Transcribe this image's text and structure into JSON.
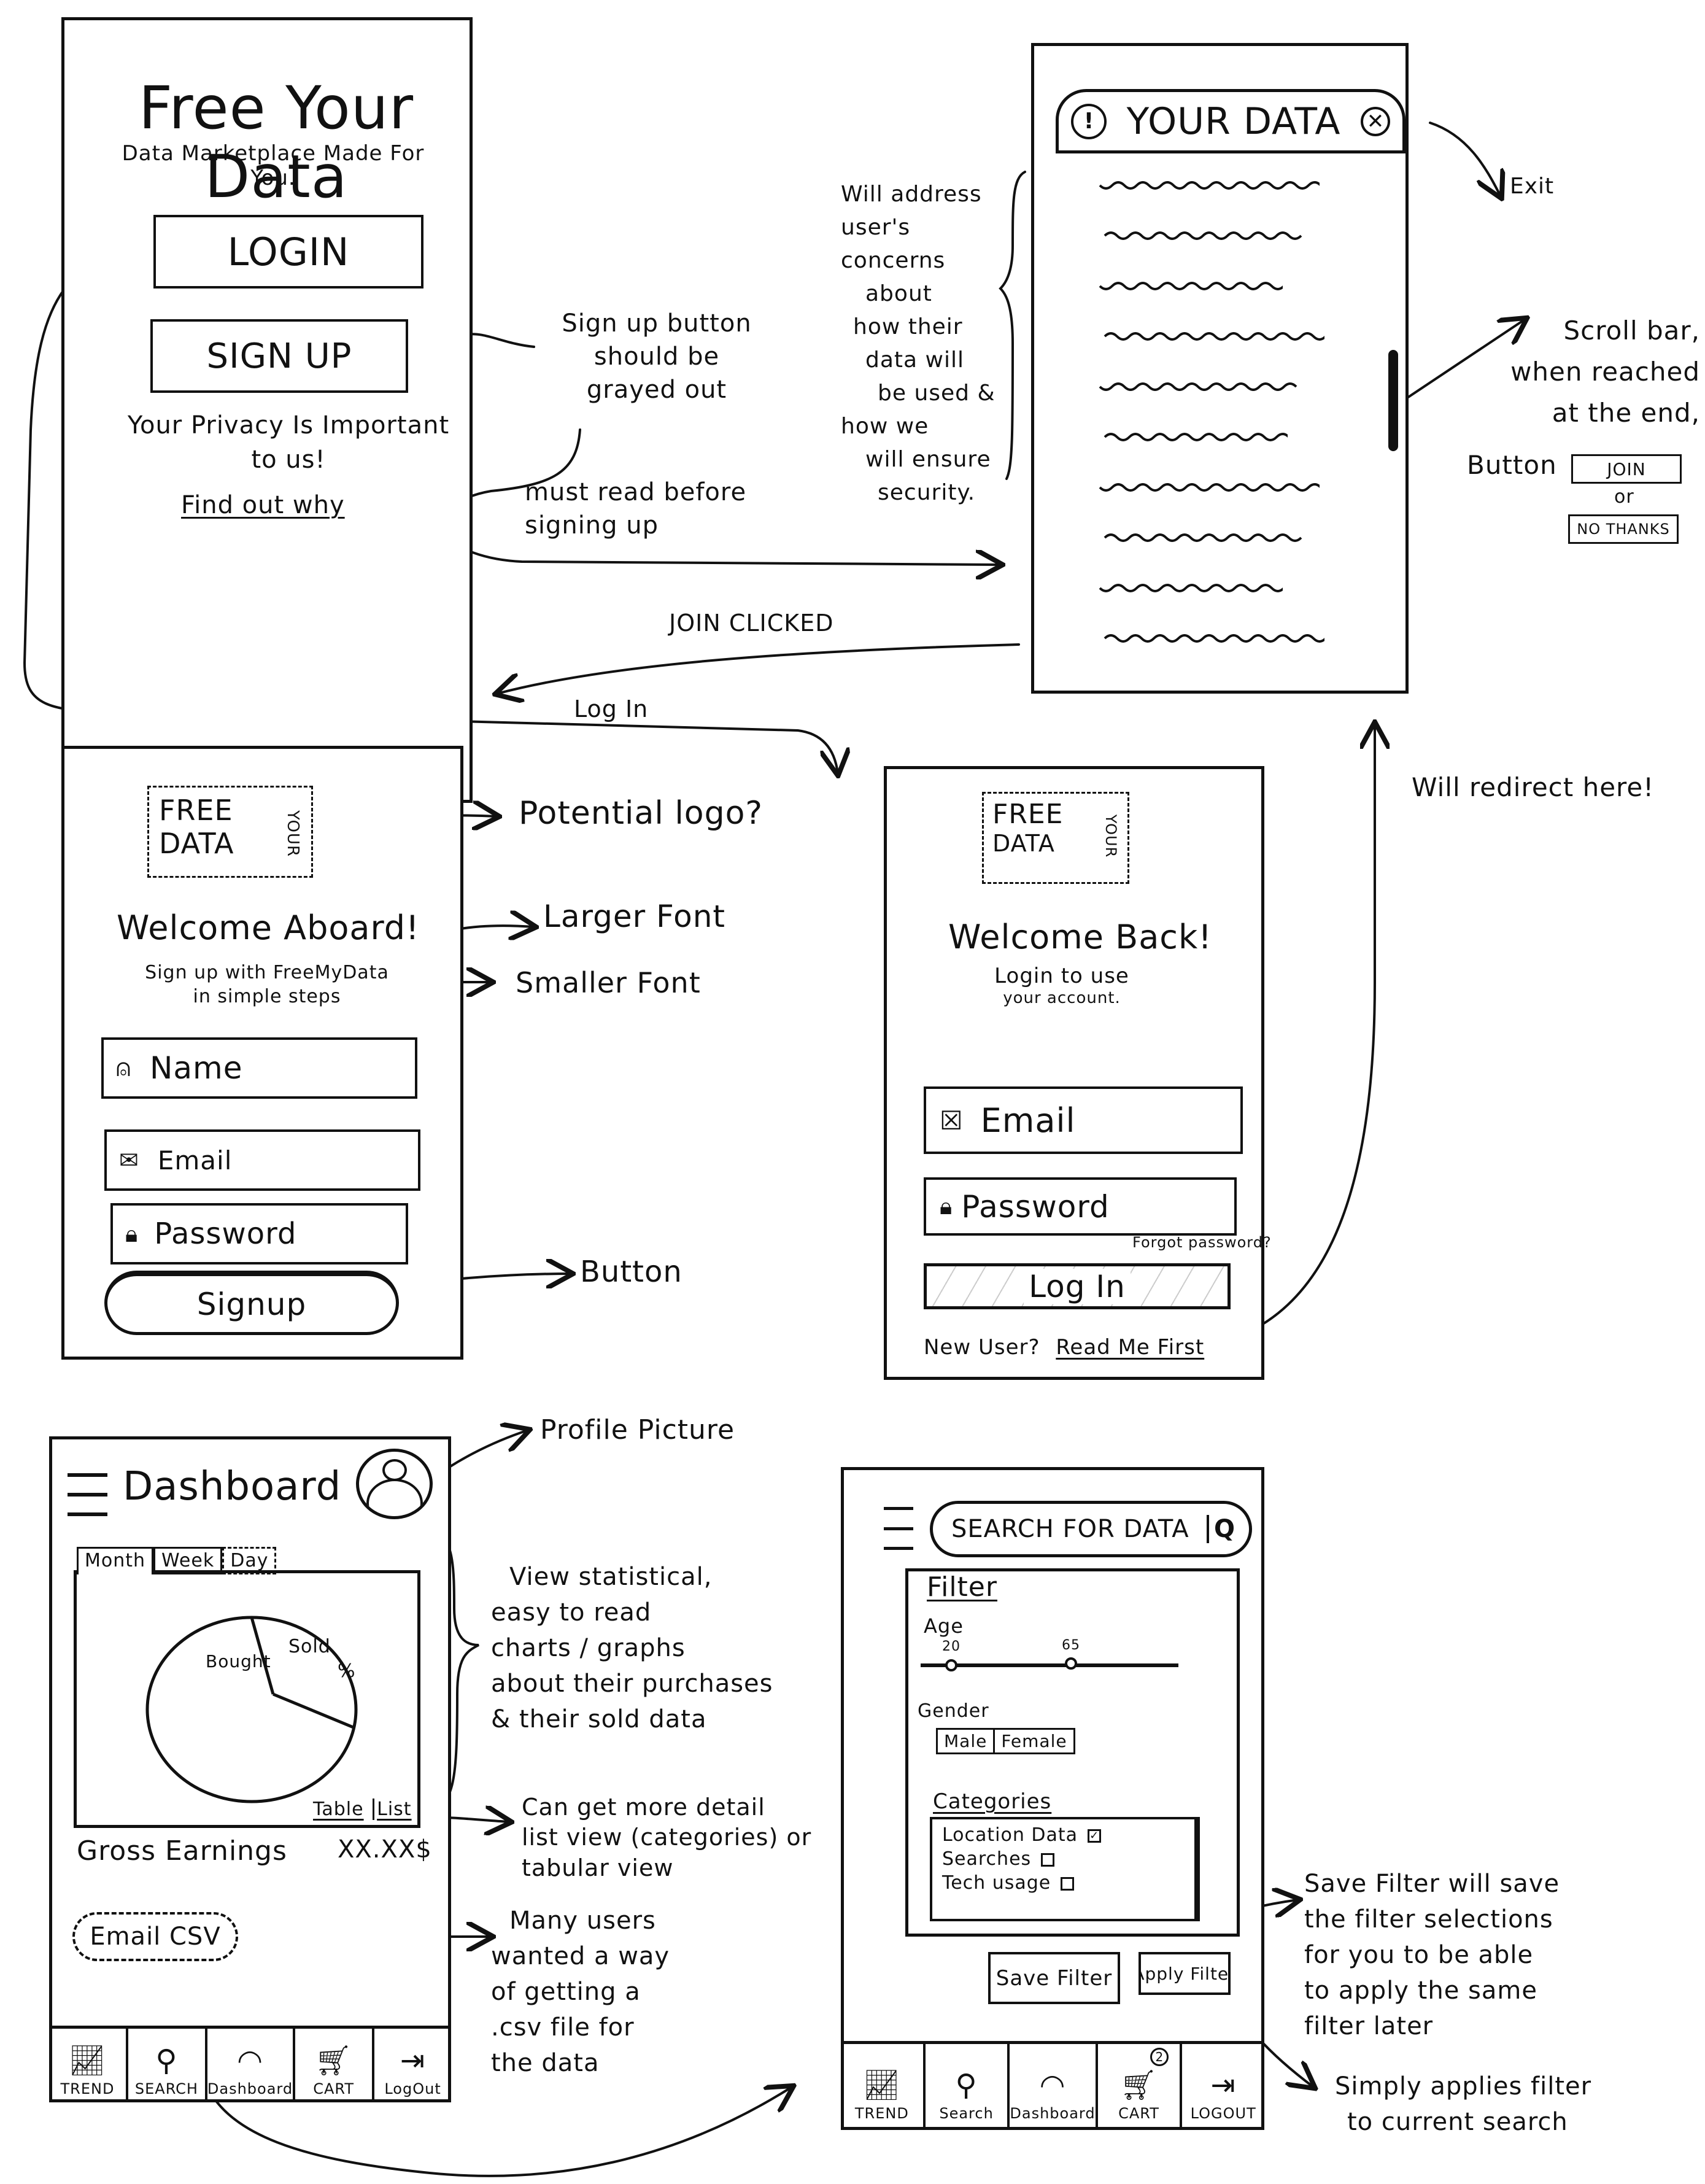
{
  "screens": {
    "landing": {
      "title": "Free Your Data",
      "subtitle": "Data Marketplace Made For You.",
      "login_button": "LOGIN",
      "signup_button": "SIGN UP",
      "privacy_line1": "Your Privacy Is Important",
      "privacy_line2": "to us!",
      "find_out_link": "Find out why"
    },
    "your_data": {
      "header_title": "YOUR DATA",
      "info_icon": "info-icon",
      "close_icon": "close-icon",
      "text_lines": 10
    },
    "signup": {
      "logo_line1": "FREE",
      "logo_line2": "DATA",
      "logo_side": "YOUR",
      "welcome": "Welcome Aboard!",
      "sub_line1": "Sign up with FreeMyData",
      "sub_line2": "in simple steps",
      "name_placeholder": "Name",
      "email_placeholder": "Email",
      "password_placeholder": "Password",
      "signup_button": "Signup"
    },
    "login": {
      "logo_line1": "FREE",
      "logo_line2": "DATA",
      "logo_side": "YOUR",
      "welcome": "Welcome Back!",
      "sub_line1": "Login to use",
      "sub_line2": "your account.",
      "email_placeholder": "Email",
      "password_placeholder": "Password",
      "forgot_password": "Forgot password?",
      "login_button": "Log In",
      "new_user": "New User?",
      "read_me_first": "Read Me First"
    },
    "dashboard": {
      "title": "Dashboard",
      "tabs": [
        "Month",
        "Week",
        "Day"
      ],
      "pie_labels": {
        "bought": "Bought",
        "sold": "Sold",
        "percent": "%"
      },
      "view_links": [
        "Table",
        "List"
      ],
      "gross_label": "Gross Earnings",
      "gross_value": "XX.XX$",
      "email_csv": "Email CSV",
      "nav": [
        {
          "label": "TREND",
          "icon": "trend-icon"
        },
        {
          "label": "SEARCH",
          "icon": "search-icon"
        },
        {
          "label": "Dashboard",
          "icon": "gauge-icon"
        },
        {
          "label": "CART",
          "icon": "cart-icon"
        },
        {
          "label": "LogOut",
          "icon": "logout-icon"
        }
      ]
    },
    "search": {
      "search_placeholder": "SEARCH FOR DATA",
      "filter_title": "Filter",
      "age_label": "Age",
      "age_min": "20",
      "age_max": "65",
      "gender_label": "Gender",
      "gender_options": [
        "Male",
        "Female"
      ],
      "categories_title": "Categories",
      "categories": [
        {
          "label": "Location Data",
          "checked": true
        },
        {
          "label": "Searches",
          "checked": false
        },
        {
          "label": "Tech usage",
          "checked": false
        }
      ],
      "save_filter": "Save Filter",
      "apply_filter": "Apply Filter",
      "cart_badge": "2",
      "nav": [
        {
          "label": "TREND",
          "icon": "trend-icon"
        },
        {
          "label": "Search",
          "icon": "search-icon"
        },
        {
          "label": "Dashboard",
          "icon": "gauge-icon"
        },
        {
          "label": "CART",
          "icon": "cart-icon"
        },
        {
          "label": "LOGOUT",
          "icon": "logout-icon"
        }
      ]
    }
  },
  "annotations": {
    "signup_grayed": [
      "Sign up button",
      "should be",
      "grayed out"
    ],
    "must_read": [
      "must read before",
      "signing up"
    ],
    "join_clicked": "JOIN CLICKED",
    "log_in": "Log In",
    "your_data_concerns": [
      "Will address",
      "user's concerns",
      "about",
      "how their",
      "data will",
      "be used &",
      "how we",
      "will ensure",
      "security."
    ],
    "exit": "Exit",
    "scroll_bar": [
      "Scroll bar,",
      "when reached",
      "at the end,",
      "Button"
    ],
    "join_button": "JOIN",
    "or": "or",
    "no_thanks_button": "NO THANKS",
    "will_redirect": "Will redirect here!",
    "potential_logo": "Potential logo?",
    "larger_font": "Larger Font",
    "smaller_font": "Smaller Font",
    "button": "Button",
    "profile_picture": "Profile Picture",
    "view_statistical": [
      "View statistical,",
      "easy to read",
      "charts / graphs",
      "about their purchases",
      "& their sold data"
    ],
    "more_detail": [
      "Can get more detail",
      "list view (categories) or",
      "tabular view"
    ],
    "many_users": [
      "Many users",
      "wanted a way",
      "of getting a",
      ".csv file for",
      "the data"
    ],
    "save_filter_note": [
      "Save Filter will save",
      "the filter selections",
      "for you to be able",
      "to apply the same",
      "filter later"
    ],
    "apply_filter_note": [
      "Simply applies filter",
      "to current search"
    ]
  }
}
